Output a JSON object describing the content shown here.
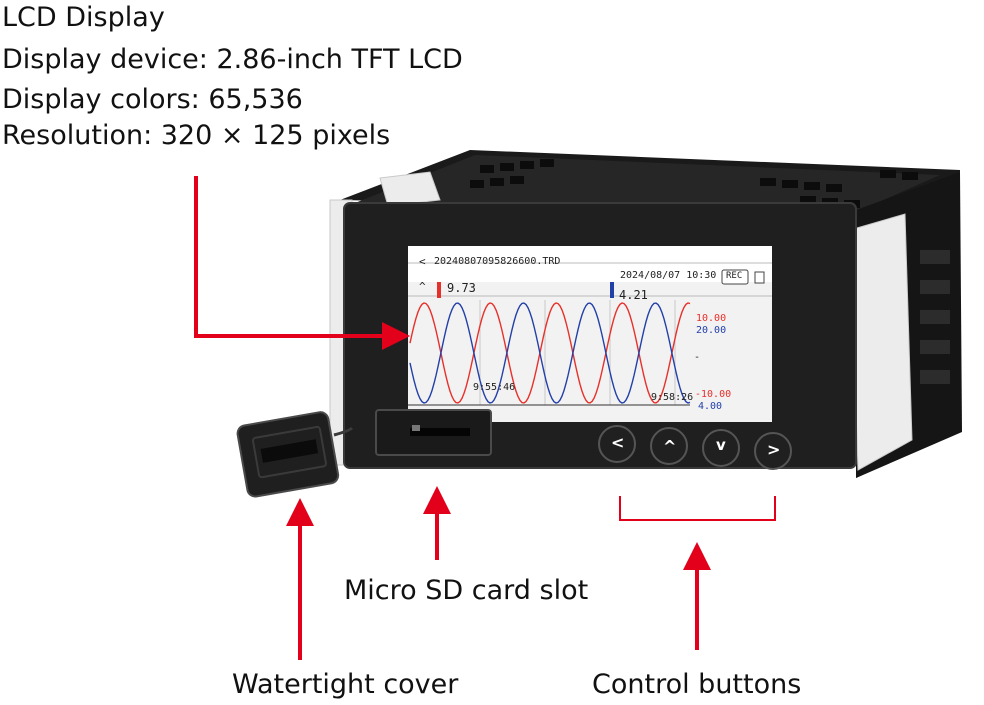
{
  "header": {
    "title": "LCD Display",
    "specs": [
      "Display device: 2.86-inch TFT LCD",
      "Display colors: 65,536",
      "Resolution: 320 × 125 pixels"
    ]
  },
  "screen": {
    "back_symbol": "<",
    "filename": "20240807095826600.TRD",
    "datetime": "2024/08/07 10:30",
    "rec_label": "REC",
    "up_symbol": "^",
    "ch1_value": "9.73",
    "ch2_value": "4.21",
    "scale_top_red": "10.00",
    "scale_top_blue": "20.00",
    "scale_mid": "-",
    "scale_bottom_red": "-10.00",
    "scale_bottom_blue": "4.00",
    "time_left": "9:55:46",
    "time_right": "9:58:26"
  },
  "buttons": [
    {
      "name": "left-button",
      "symbol": "<"
    },
    {
      "name": "up-button",
      "symbol": "^"
    },
    {
      "name": "down-button",
      "symbol": "v"
    },
    {
      "name": "right-button",
      "symbol": ">"
    }
  ],
  "callouts": {
    "sd_slot": "Micro SD card slot",
    "cover": "Watertight cover",
    "controls": "Control buttons"
  },
  "colors": {
    "accent_red": "#e2001a",
    "trace_red": "#e8302a",
    "trace_blue": "#2340a8",
    "device_body": "#1b1b1b",
    "bezel": "#222222"
  }
}
